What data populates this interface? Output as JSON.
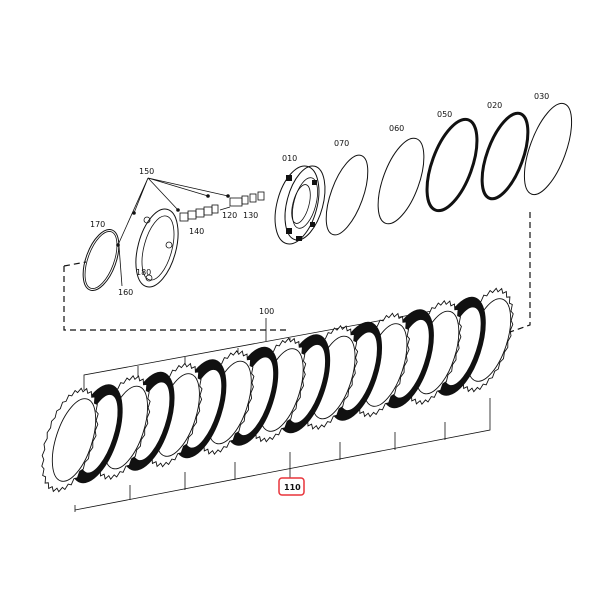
{
  "labels": {
    "p010": "010",
    "p020": "020",
    "p030": "030",
    "p050": "050",
    "p060": "060",
    "p070": "070",
    "p100": "100",
    "p110": "110",
    "p120": "120",
    "p130": "130",
    "p140": "140",
    "p150": "150",
    "p160": "160",
    "p170": "170",
    "p180": "180"
  },
  "colors": {
    "line": "#111111",
    "highlight": "#e8333a",
    "background": "#ffffff"
  }
}
